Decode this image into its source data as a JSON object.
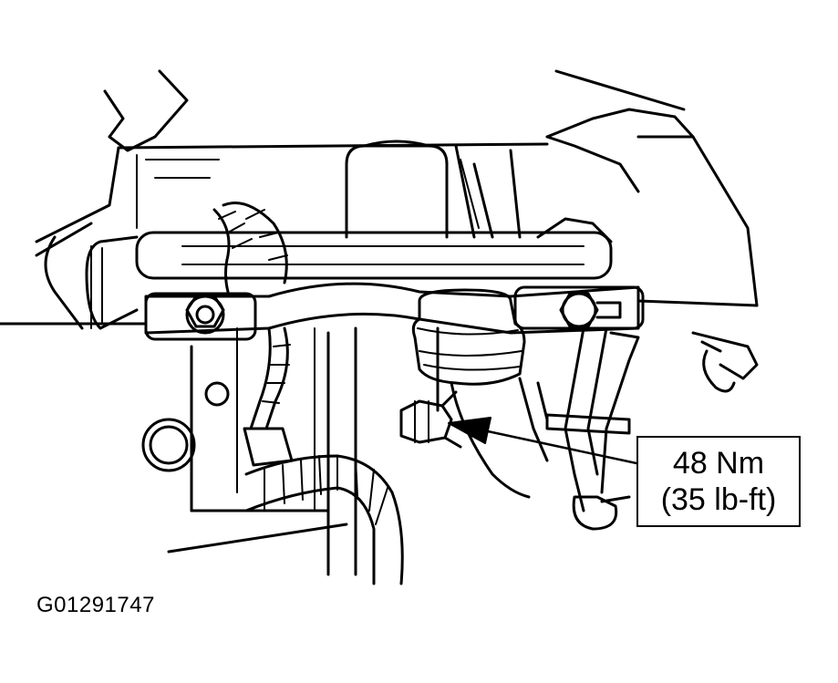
{
  "callout": {
    "torque_metric": "48 Nm",
    "torque_imperial": "(35 lb-ft)"
  },
  "figure_id": "G01291747",
  "colors": {
    "ink": "#000000",
    "paper": "#ffffff"
  }
}
